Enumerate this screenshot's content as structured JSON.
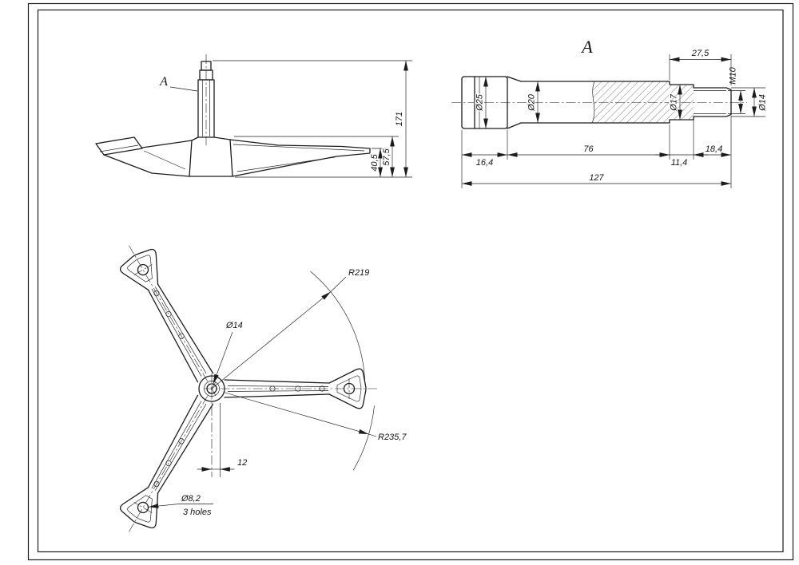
{
  "views": {
    "side": {
      "marker": "A",
      "dim_total_height": "171",
      "dim_mid_height": "57,5",
      "dim_tip_height": "40,5"
    },
    "detail": {
      "title": "A",
      "dim_thread_len": "27,5",
      "dim_thread": "M10",
      "dim_flange_dia": "Ø25",
      "dim_barrel_dia": "Ø20",
      "dim_step_dia": "Ø17",
      "dim_tip_dia": "Ø14",
      "dim_flange_len": "16,4",
      "dim_barrel_len": "76",
      "dim_step_len": "11,4",
      "dim_tip_len": "18,4",
      "dim_total_len": "127"
    },
    "spider": {
      "dim_arm_radius": "R219",
      "dim_hub_dia": "Ø14",
      "dim_outer_radius": "R235,7",
      "dim_offset": "12",
      "dim_hole_dia": "Ø8,2",
      "dim_hole_note": "3 holes"
    }
  }
}
